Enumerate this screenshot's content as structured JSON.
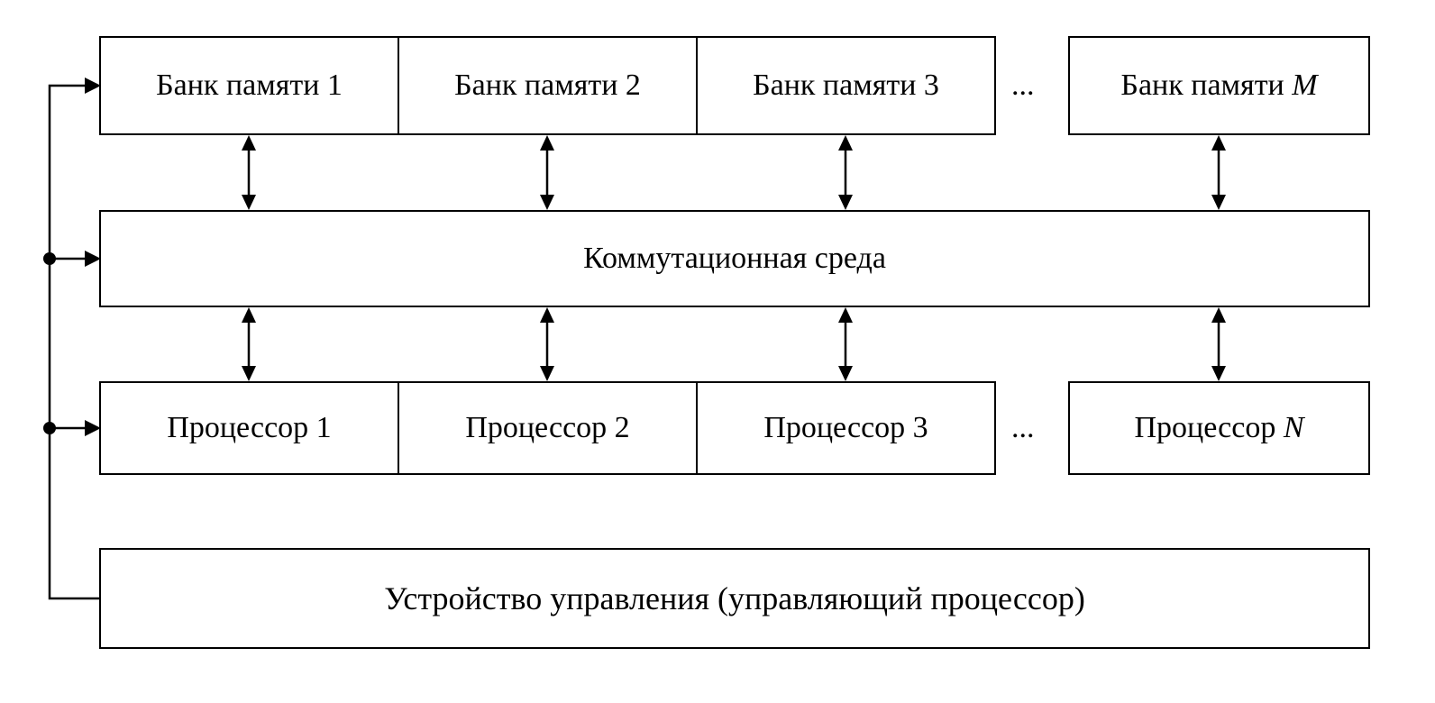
{
  "diagram": {
    "memory_row": {
      "banks": [
        "Банк памяти 1",
        "Банк памяти 2",
        "Банк памяти 3"
      ],
      "ellipsis": "...",
      "last_prefix": "Банк памяти ",
      "last_var": "M"
    },
    "switch_box": {
      "label": "Коммутационная среда"
    },
    "processor_row": {
      "processors": [
        "Процессор 1",
        "Процессор 2",
        "Процессор 3"
      ],
      "ellipsis": "...",
      "last_prefix": "Процессор ",
      "last_var": "N"
    },
    "control_box": {
      "label": "Устройство управления (управляющий процессор)"
    },
    "colors": {
      "line": "#000000",
      "background": "#ffffff"
    }
  }
}
